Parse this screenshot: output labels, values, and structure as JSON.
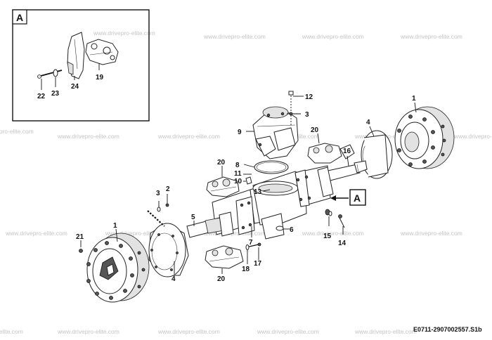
{
  "watermark": "www.drivepro-elite.com",
  "drawing_code": "E0711-2907002557.S1b",
  "detail_label": "A",
  "detail_ref_label": "A",
  "callouts": {
    "c1_top": "1",
    "c1_bottom": "1",
    "c2": "2",
    "c3_top": "3",
    "c3_left": "3",
    "c4_top": "4",
    "c4_bottom": "4",
    "c5": "5",
    "c6": "6",
    "c7": "7",
    "c8": "8",
    "c9": "9",
    "c10": "10",
    "c11": "11",
    "c12": "12",
    "c13": "13",
    "c14": "14",
    "c15": "15",
    "c16": "16",
    "c17": "17",
    "c18": "18",
    "c19": "19",
    "c20_top": "20",
    "c20_left": "20",
    "c20_bottom": "20",
    "c21": "21",
    "c22": "22",
    "c23": "23",
    "c24": "24"
  }
}
